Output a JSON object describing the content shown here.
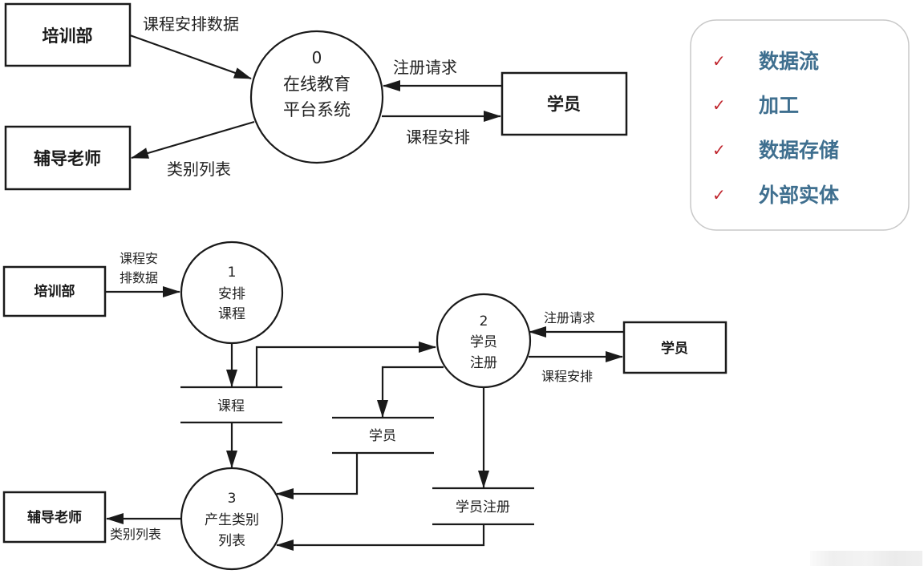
{
  "top_diagram": {
    "entities": {
      "training_dept": "培训部",
      "tutor": "辅导老师",
      "student": "学员"
    },
    "process": {
      "number": "0",
      "line1": "在线教育",
      "line2": "平台系统"
    },
    "flows": {
      "course_schedule_data": "课程安排数据",
      "category_list": "类别列表",
      "registration_request": "注册请求",
      "course_schedule": "课程安排"
    }
  },
  "legend": {
    "items": [
      {
        "label": "数据流"
      },
      {
        "label": "加工"
      },
      {
        "label": "数据存储"
      },
      {
        "label": "外部实体"
      }
    ],
    "check_symbol": "✓",
    "check_color": "#c0262e",
    "text_color": "#3f6f8f"
  },
  "bottom_diagram": {
    "entities": {
      "training_dept": "培训部",
      "tutor": "辅导老师",
      "student": "学员"
    },
    "processes": [
      {
        "number": "1",
        "line1": "安排",
        "line2": "课程"
      },
      {
        "number": "2",
        "line1": "学员",
        "line2": "注册"
      },
      {
        "number": "3",
        "line1": "产生类别",
        "line2": "列表"
      }
    ],
    "stores": {
      "course": "课程",
      "student": "学员",
      "registration": "学员注册"
    },
    "flows": {
      "course_schedule_data_l1": "课程安",
      "course_schedule_data_l2": "排数据",
      "registration_request": "注册请求",
      "course_schedule": "课程安排",
      "category_list": "类别列表"
    }
  }
}
